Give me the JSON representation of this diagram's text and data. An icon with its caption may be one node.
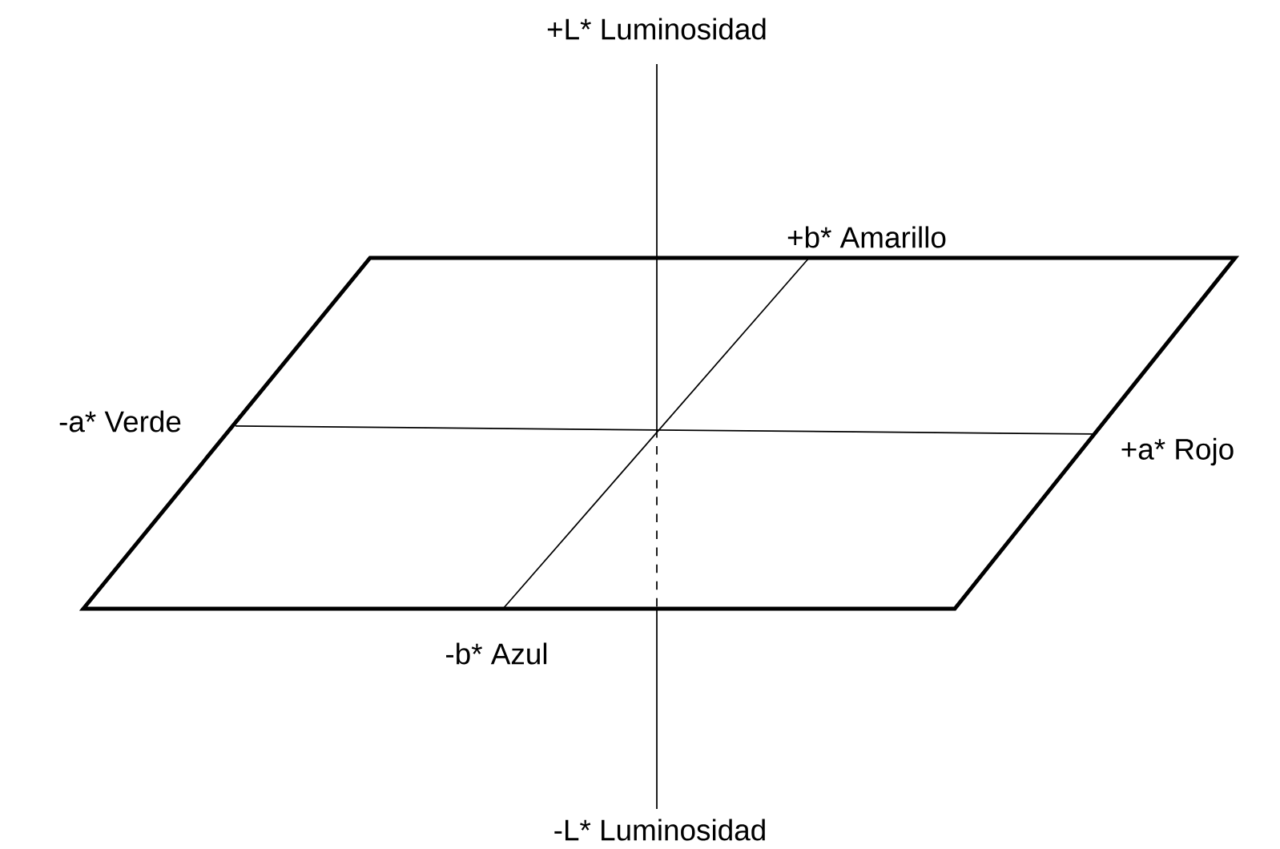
{
  "diagram": {
    "labels": [
      "+L* Luminosidad",
      "+b* Amarillo",
      "-a* Verde",
      "+a* Rojo",
      "-b* Azul",
      "-L* Luminosidad"
    ]
  }
}
